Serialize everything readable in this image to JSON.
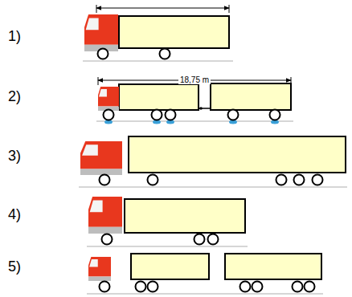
{
  "diagram": {
    "labels": [
      "1)",
      "2)",
      "3)",
      "4)",
      "5)",
      "18,75 m"
    ]
  }
}
